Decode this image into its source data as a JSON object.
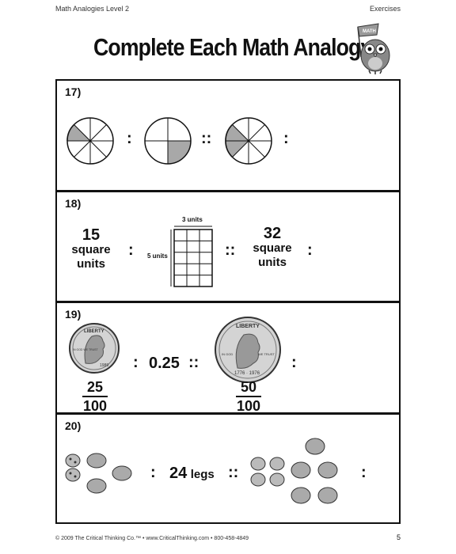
{
  "header": {
    "left": "Math Analogies Level 2",
    "right": "Exercises"
  },
  "title": "Complete Each Math Analogy",
  "mascot_icon": "owl-with-flag-icon",
  "mascot_flag_text": "MATH",
  "problems": [
    {
      "number": "17)",
      "colon": ":",
      "double_colon": "::"
    },
    {
      "number": "18)",
      "left_value": "15",
      "left_unit1": "square",
      "left_unit2": "units",
      "grid_width_label": "3 units",
      "grid_height_label": "5 units",
      "right_value": "32",
      "right_unit1": "square",
      "right_unit2": "units",
      "colon": ":",
      "double_colon": "::"
    },
    {
      "number": "19)",
      "coin1_top": "LIBERTY",
      "coin1_left": "IN GOD WE TRUST",
      "coin1_year": "1989",
      "coin2_top": "LIBERTY",
      "coin2_left": "IN GOD",
      "coin2_right": "WE TRUST",
      "coin2_year": "1776 · 1976",
      "frac1_num": "25",
      "frac1_den": "100",
      "value": "0.25",
      "frac2_num": "50",
      "frac2_den": "100",
      "colon": ":",
      "double_colon": "::"
    },
    {
      "number": "20)",
      "value": "24",
      "unit": "legs",
      "colon": ":",
      "double_colon": "::"
    }
  ],
  "footer": "© 2009 The Critical Thinking Co.™ • www.CriticalThinking.com • 800-458-4849",
  "page_number": "5"
}
